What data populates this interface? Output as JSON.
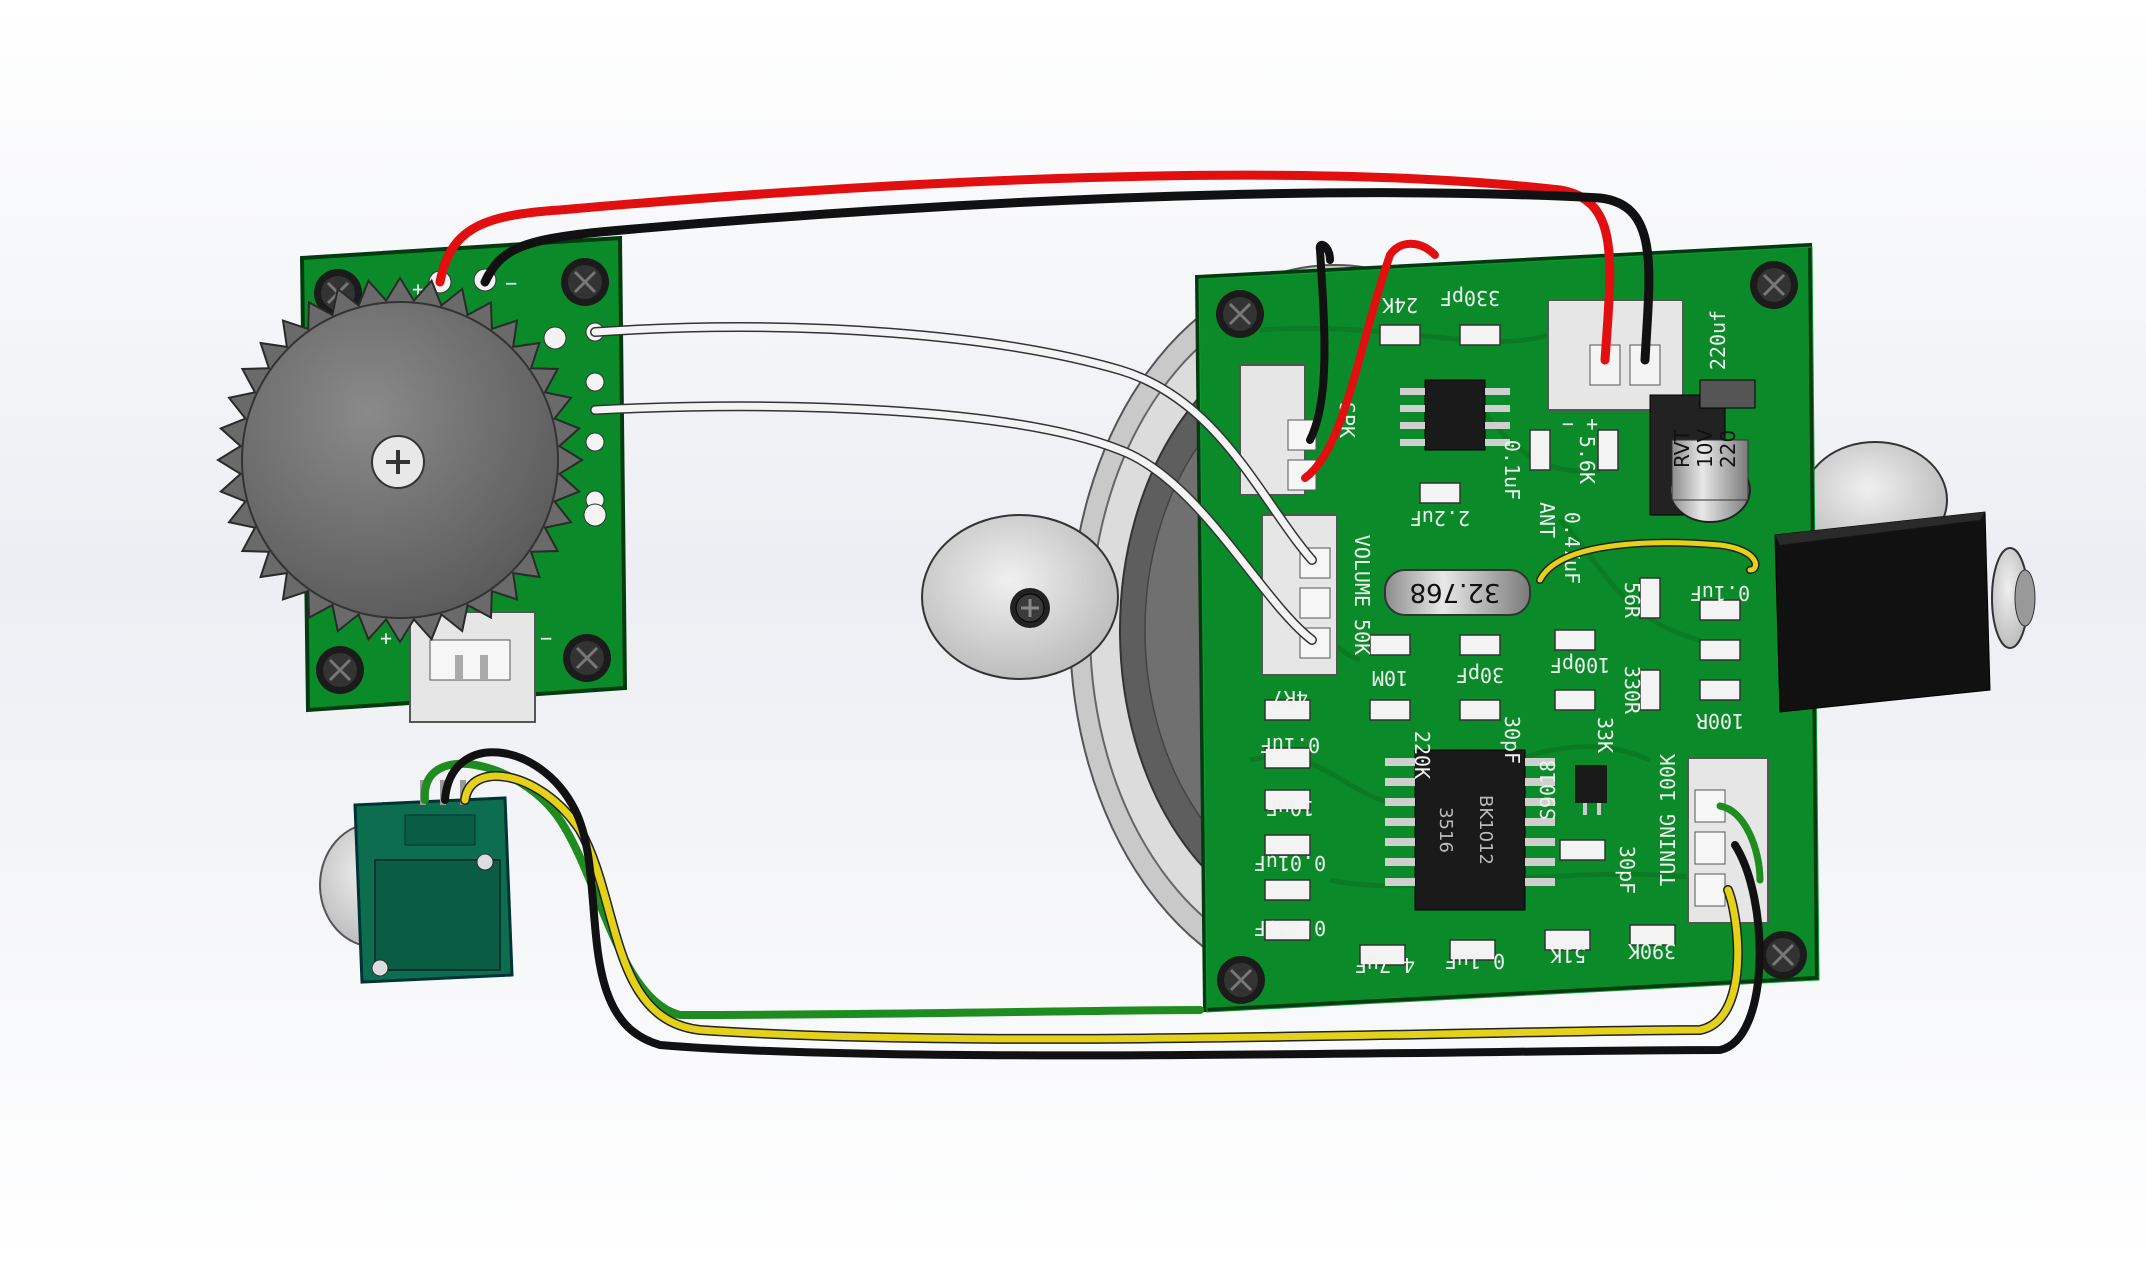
{
  "colors": {
    "pcb": "#0b8a2a",
    "pcb_dark": "#064d18",
    "wire_red": "#e10f0f",
    "wire_black": "#111111",
    "wire_white": "#f4f4f4",
    "wire_yellow": "#e4d21a",
    "wire_green": "#1f8c1f",
    "connector": "#e6e6e6",
    "knob": "#6b6b6b",
    "trimmer": "#0d6e4f"
  },
  "left_board": {
    "plus_label": "+",
    "minus_label": "−",
    "connector_plus": "+",
    "connector_minus": "−"
  },
  "main_board": {
    "labels": {
      "cap_330pf": "330pF",
      "res_24k": "24K",
      "cap_220uf": "220uf",
      "spk": "SPK",
      "plus_minus": "+ −",
      "cap_01uf_top": "0.1uF",
      "res_56k": "5.6K",
      "cap_22uf": "2.2uF",
      "ant": "ANT",
      "cap_047uf": "0.47uF",
      "crystal": "32.768",
      "volume": "VOLUME 50K",
      "res_56r": "56R",
      "res_10m": "10M",
      "cap_30pf_a": "30pF",
      "cap_100pf": "100pF",
      "res_330r": "330R",
      "res_4r7": "4R7",
      "res_220k": "220K",
      "cap_30pf_b": "30pF",
      "res_33k": "33K",
      "cap_01uf_jack": "0.1uF",
      "res_100r": "100R",
      "transistor": "S9018",
      "ic_part": "BK1012",
      "ic_code": "3516",
      "tuning": "TUNING 100K",
      "cap_01uf_b": "0.1uF",
      "cap_10uf": "10uF",
      "cap_001uf": "0.01uF",
      "cap_022uf": "0.22uF",
      "cap_47uf": "4.7uF",
      "cap_01uf_bottom": "0.1uF",
      "res_51k": "51K",
      "res_390k": "390K",
      "cap_30pf_c": "30pF",
      "elec_cap_top": "220",
      "elec_cap_mid": "10V",
      "elec_cap_bot": "RVT"
    }
  }
}
